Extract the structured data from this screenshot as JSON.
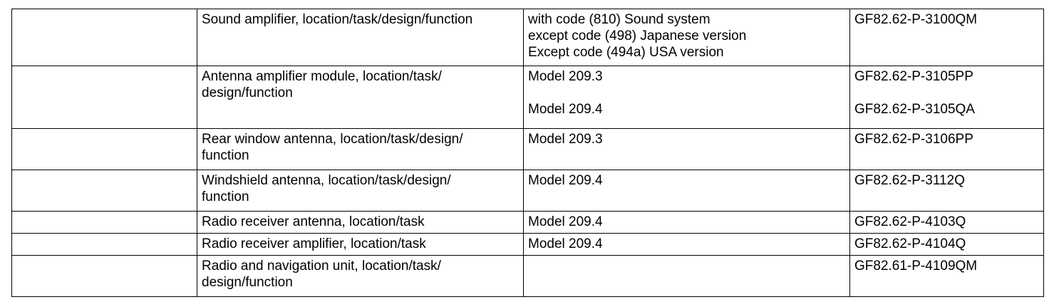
{
  "table": {
    "rows": [
      {
        "component": [
          "Sound amplifier, location/task/design/function"
        ],
        "conditions": [
          "with code (810) Sound system",
          "except code (498) Japanese version",
          "Except code (494a) USA version"
        ],
        "docs": [
          "GF82.62-P-3100QM"
        ],
        "height": 80
      },
      {
        "component": [
          "Antenna amplifier module, location/task/",
          "design/function"
        ],
        "conditions": [
          "Model 209.3",
          "",
          "Model 209.4"
        ],
        "docs": [
          "GF82.62-P-3105PP",
          "",
          "GF82.62-P-3105QA"
        ],
        "height": 88
      },
      {
        "component": [
          "Rear window antenna, location/task/design/",
          "function"
        ],
        "conditions": [
          "Model 209.3"
        ],
        "docs": [
          "GF82.62-P-3106PP"
        ],
        "height": 58
      },
      {
        "component": [
          "Windshield antenna, location/task/design/",
          "function"
        ],
        "conditions": [
          "Model 209.4"
        ],
        "docs": [
          "GF82.62-P-3112Q"
        ],
        "height": 58
      },
      {
        "component": [
          "Radio receiver antenna, location/task"
        ],
        "conditions": [
          "Model 209.4"
        ],
        "docs": [
          "GF82.62-P-4103Q"
        ],
        "height": 31
      },
      {
        "component": [
          "Radio receiver amplifier, location/task"
        ],
        "conditions": [
          "Model 209.4"
        ],
        "docs": [
          "GF82.62-P-4104Q"
        ],
        "height": 31
      },
      {
        "component": [
          "Radio and navigation unit, location/task/",
          "design/function"
        ],
        "conditions": [
          ""
        ],
        "docs": [
          "GF82.61-P-4109QM"
        ],
        "height": 58
      }
    ]
  }
}
